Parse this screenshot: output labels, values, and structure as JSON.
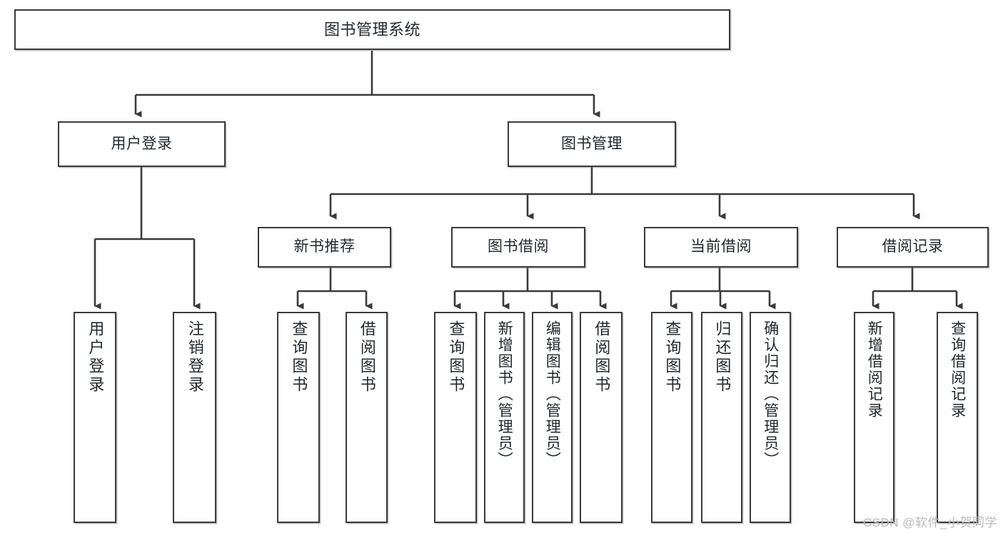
{
  "diagram": {
    "type": "tree",
    "title": "图书管理系统",
    "root": {
      "label": "图书管理系统"
    },
    "level2": [
      {
        "label": "用户登录"
      },
      {
        "label": "图书管理"
      }
    ],
    "level3": [
      {
        "label": "新书推荐"
      },
      {
        "label": "图书借阅"
      },
      {
        "label": "当前借阅"
      },
      {
        "label": "借阅记录"
      }
    ],
    "leaves": {
      "user_login": [
        {
          "label": "用户登录"
        },
        {
          "label": "注销登录"
        }
      ],
      "new_book": [
        {
          "label": "查询图书"
        },
        {
          "label": "借阅图书"
        }
      ],
      "book_borrow": [
        {
          "label": "查询图书"
        },
        {
          "label": "新增图书（管理员）"
        },
        {
          "label": "编辑图书（管理员）"
        },
        {
          "label": "借阅图书"
        }
      ],
      "current_borrow": [
        {
          "label": "查询图书"
        },
        {
          "label": "归还图书"
        },
        {
          "label": "确认归还（管理员）"
        }
      ],
      "borrow_record": [
        {
          "label": "新增借阅记录"
        },
        {
          "label": "查询借阅记录"
        }
      ]
    }
  },
  "watermark": {
    "text": "CSDN @软件_小贺同学"
  },
  "colors": {
    "line": "#3a3a3a",
    "box_border": "#3a3a3a",
    "text": "#23282d",
    "background": "#ffffff",
    "watermark": "#b9b9b9"
  }
}
